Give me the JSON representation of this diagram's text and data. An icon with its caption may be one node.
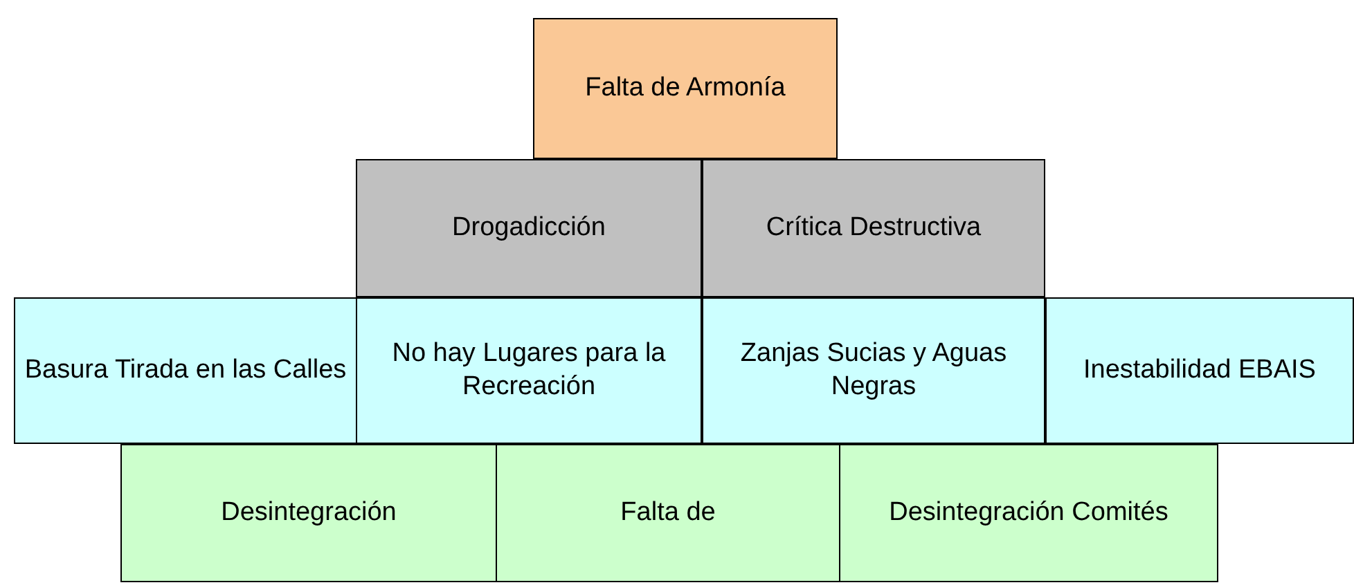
{
  "diagram": {
    "nodes": [
      {
        "text": [
          "Falta de Armonía"
        ]
      },
      {
        "text": [
          "Drogadicción"
        ]
      },
      {
        "text": [
          "Crítica Destructiva"
        ]
      },
      {
        "text": [
          "Basura Tirada en las Calles"
        ]
      },
      {
        "text": [
          "No hay Lugares para la Recreación"
        ]
      },
      {
        "text": [
          "Zanjas Sucias y Aguas Negras"
        ]
      },
      {
        "text": [
          "Inestabilidad EBAIS"
        ]
      },
      {
        "text": [
          "Desintegración"
        ]
      },
      {
        "text": [
          "Falta de"
        ]
      },
      {
        "text": [
          "Desintegración Comités"
        ]
      }
    ]
  }
}
